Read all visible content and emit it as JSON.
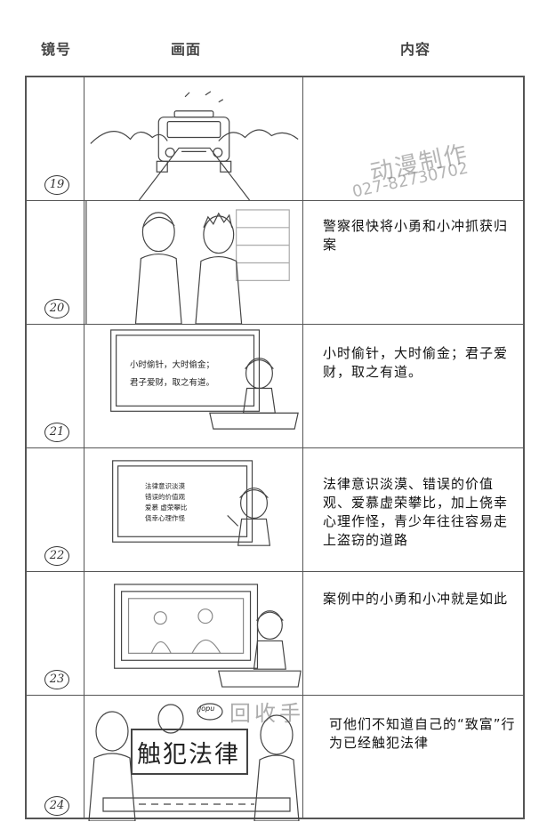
{
  "header": {
    "shot": "镜号",
    "picture": "画面",
    "content": "内容"
  },
  "rows": [
    {
      "shot": "19",
      "text": ""
    },
    {
      "shot": "20",
      "text": "警察很快将小勇和小冲抓获归案"
    },
    {
      "shot": "21",
      "text": "小时偷针，大时偷金；君子爱财，取之有道。",
      "board": [
        "小时偷针，大时偷金；",
        "君子爱财，取之有道。"
      ]
    },
    {
      "shot": "22",
      "text": "法律意识淡漠、错误的价值观、爱慕虚荣攀比，加上侥幸心理作怪，青少年往往容易走上盗窃的道路",
      "board": [
        "法律意识淡漠",
        "错误的价值观",
        "爱慕 虚荣攀比",
        "侥幸心理作怪"
      ]
    },
    {
      "shot": "23",
      "text": "案例中的小勇和小冲就是如此"
    },
    {
      "shot": "24",
      "text": "可他们不知道自己的“致富”行为已经触犯法律",
      "sign": "触犯法律",
      "bubble": "jopu"
    }
  ],
  "watermark": {
    "studio": "动漫制作",
    "phone": "027-82730702",
    "recycle": "回收手"
  }
}
